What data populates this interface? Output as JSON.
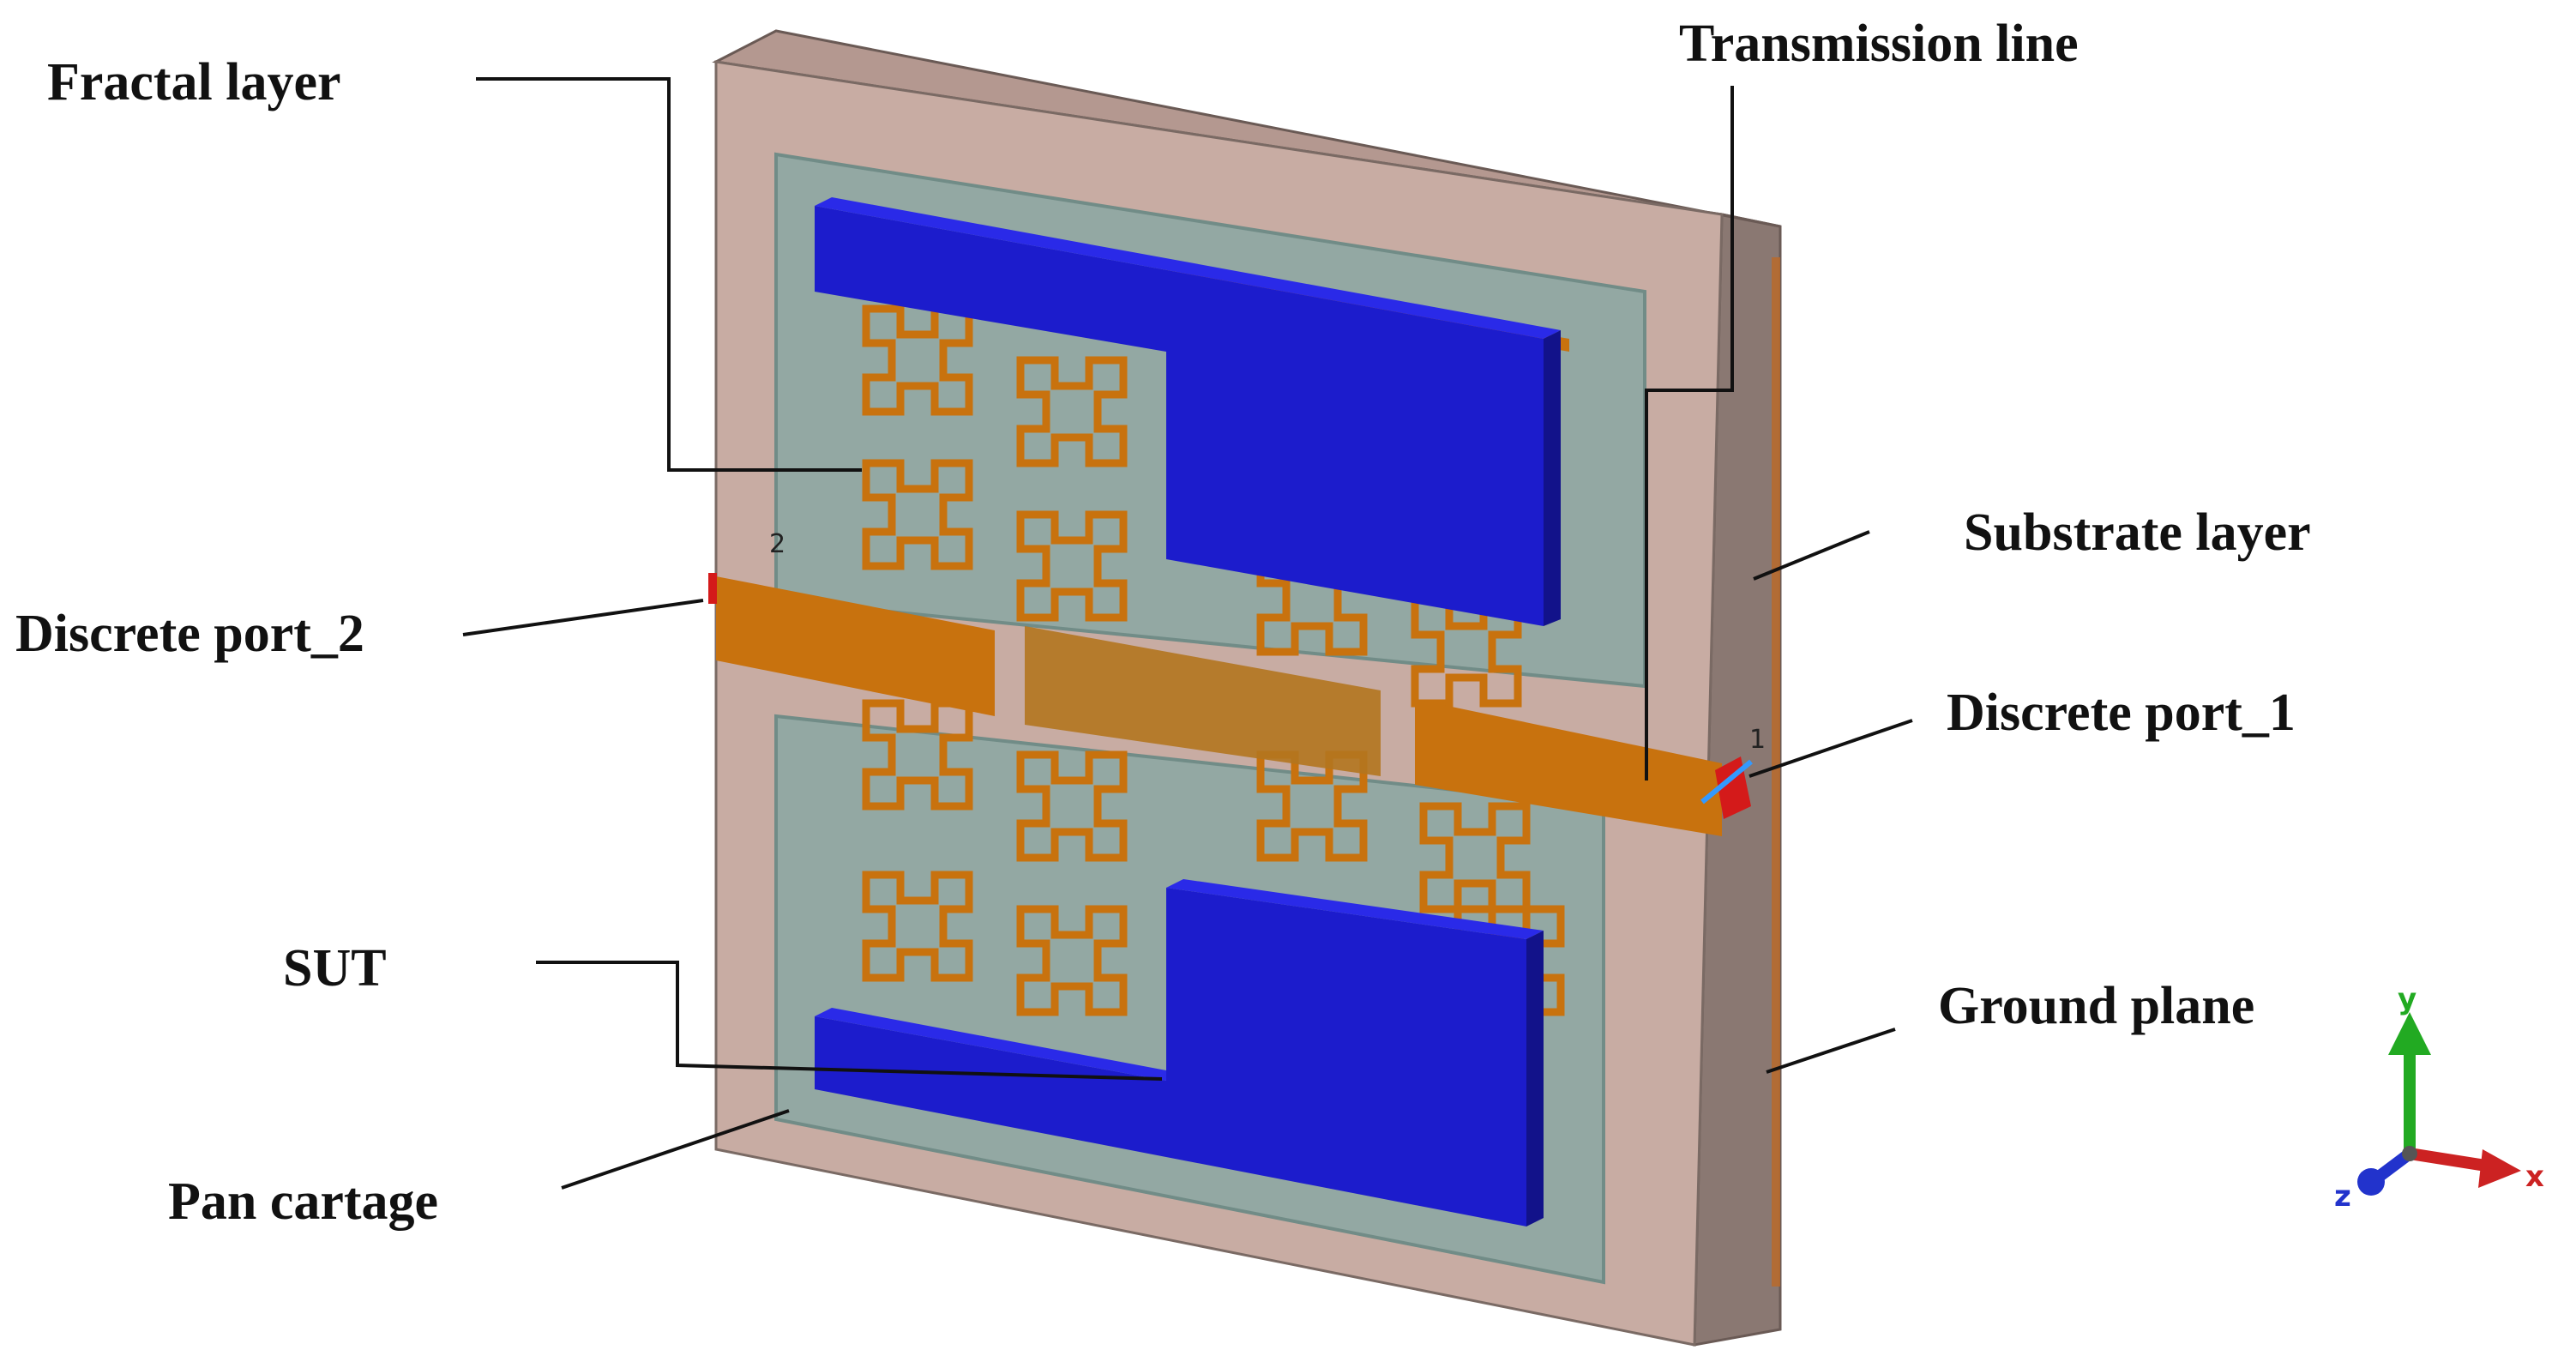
{
  "labels": {
    "fractal_layer": "Fractal layer",
    "transmission_line": "Transmission line",
    "substrate_layer": "Substrate layer",
    "discrete_port_2": "Discrete port_2",
    "discrete_port_1": "Discrete port_1",
    "sut": "SUT",
    "ground_plane": "Ground plane",
    "pan_cartage": "Pan cartage"
  },
  "port_numbers": {
    "port1": "1",
    "port2": "2"
  },
  "axes": {
    "x": "x",
    "y": "y",
    "z": "z"
  },
  "colors": {
    "substrate": "#c8aca3",
    "substrate_edge": "#8a7872",
    "glass": "#8fa8a3",
    "metal": "#c8720e",
    "sut": "#1c1ccc",
    "port": "#d41a1a",
    "axis_x": "#cc2222",
    "axis_y": "#22aa22",
    "axis_z": "#2233cc"
  }
}
